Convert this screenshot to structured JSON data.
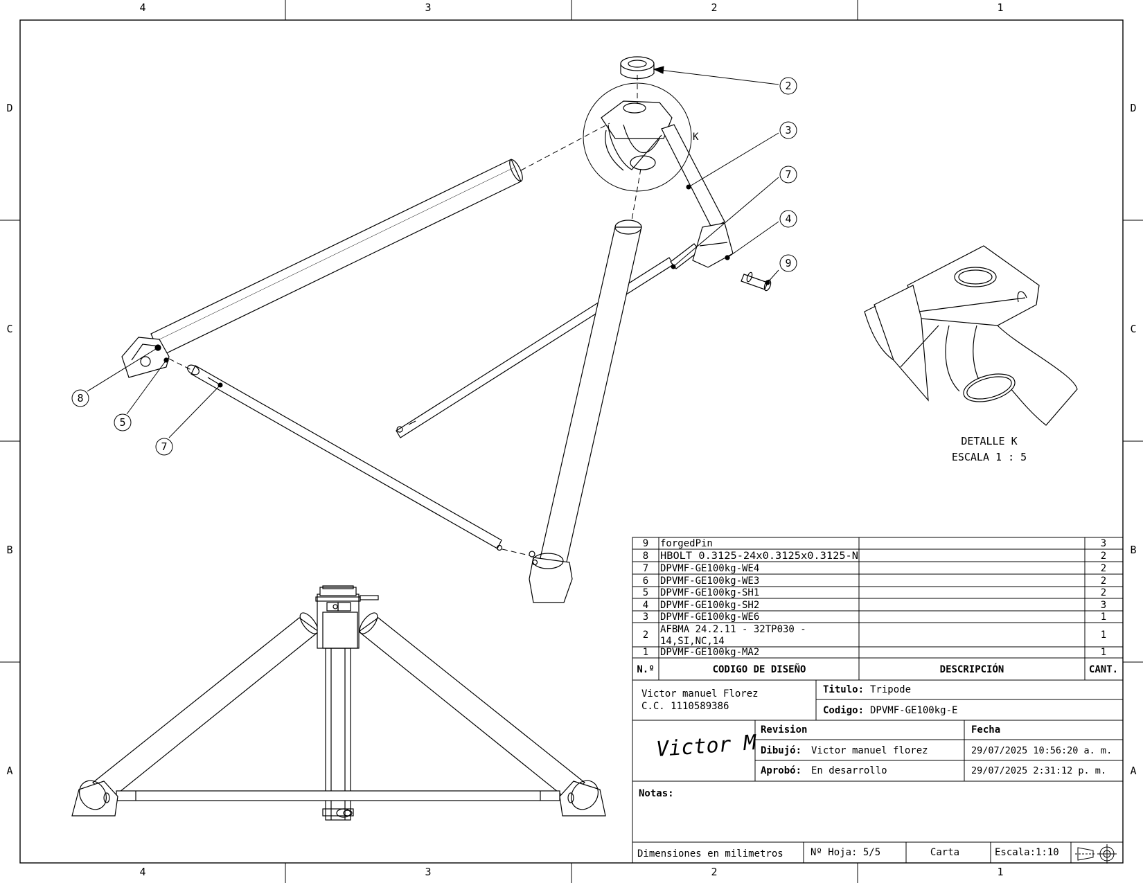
{
  "sheet": {
    "zone_columns": [
      "4",
      "3",
      "2",
      "1"
    ],
    "zone_rows": [
      "D",
      "C",
      "B",
      "A"
    ]
  },
  "callouts": [
    "2",
    "3",
    "7",
    "4",
    "9",
    "8",
    "5",
    "7"
  ],
  "detail_marker": "K",
  "detail_view": {
    "title": "DETALLE K",
    "scale": "ESCALA 1 : 5"
  },
  "bom": {
    "headers": {
      "number": "N.º",
      "code": "CODIGO DE DISEÑO",
      "description": "DESCRIPCIÓN",
      "qty": "CANT."
    },
    "rows": [
      {
        "number": "9",
        "code": "forgedPin",
        "description": "",
        "qty": "3"
      },
      {
        "number": "8",
        "code": "HBOLT 0.3125-24x0.3125x0.3125-N",
        "description": "",
        "qty": "2"
      },
      {
        "number": "7",
        "code": "DPVMF-GE100kg-WE4",
        "description": "",
        "qty": "2"
      },
      {
        "number": "6",
        "code": "DPVMF-GE100kg-WE3",
        "description": "",
        "qty": "2"
      },
      {
        "number": "5",
        "code": "DPVMF-GE100kg-SH1",
        "description": "",
        "qty": "2"
      },
      {
        "number": "4",
        "code": "DPVMF-GE100kg-SH2",
        "description": "",
        "qty": "3"
      },
      {
        "number": "3",
        "code": "DPVMF-GE100kg-WE6",
        "description": "",
        "qty": "1"
      },
      {
        "number": "2",
        "code": "AFBMA 24.2.11 - 32TP030 -",
        "code2": "14,SI,NC,14",
        "description": "",
        "qty": "1"
      },
      {
        "number": "1",
        "code": "DPVMF-GE100kg-MA2",
        "description": "",
        "qty": "1"
      }
    ]
  },
  "title_block": {
    "author_name": "Victor manuel Florez",
    "author_id": "C.C. 1110589386",
    "title_label": "Titulo:",
    "title_value": "Tripode",
    "code_label": "Codigo:",
    "code_value": "DPVMF-GE100kg-E",
    "revision_label": "Revision",
    "date_label": "Fecha",
    "drawn_label": "Dibujó:",
    "drawn_value": "Victor manuel florez",
    "drawn_date": "29/07/2025 10:56:20 a. m.",
    "approved_label": "Aprobó:",
    "approved_value": "En desarrollo",
    "approved_date": "29/07/2025 2:31:12 p. m.",
    "signature": "Victor M",
    "notes_label": "Notas:",
    "units": "Dimensiones en milimetros",
    "sheet_no": "Nº Hoja: 5/5",
    "paper": "Carta",
    "scale": "Escala:1:10"
  }
}
